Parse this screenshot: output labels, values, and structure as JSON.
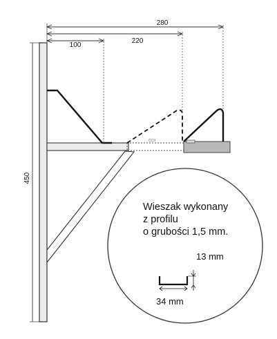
{
  "dimensions": {
    "top_overall": "280",
    "top_mid": "220",
    "top_short": "100",
    "height": "450"
  },
  "note": {
    "line1": "Wieszak wykonany",
    "line2": "z profilu",
    "line3": "o grubości 1,5 mm."
  },
  "profile": {
    "height_label": "13 mm",
    "width_label": "34 mm"
  },
  "bracket_marking": "CCII",
  "colors": {
    "line": "#111111",
    "steel": "#dddddd",
    "rail": "#b9b9b9",
    "dash": "#111111"
  }
}
